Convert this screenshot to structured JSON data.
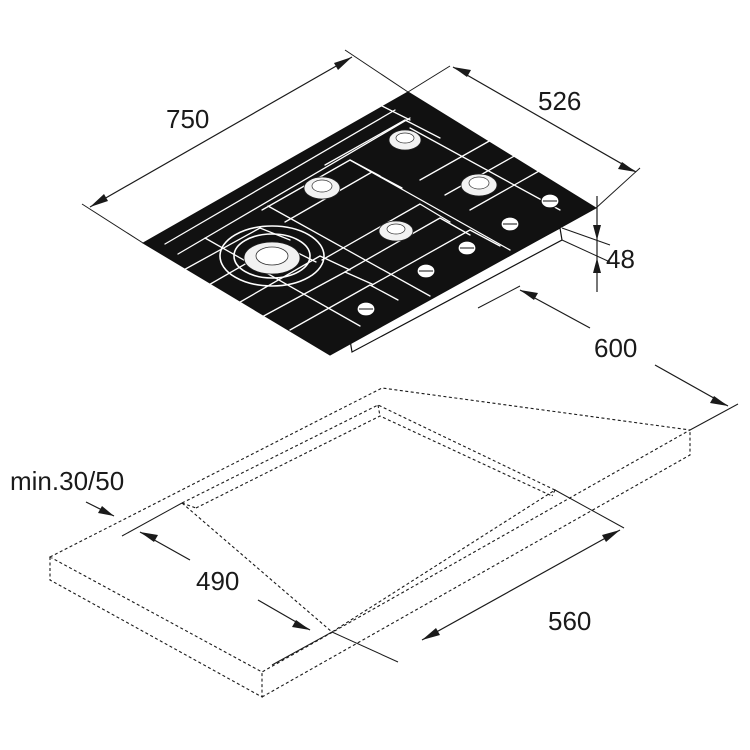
{
  "dimensions": {
    "width_total": "750",
    "depth_total": "526",
    "height": "48",
    "cutout_outer": "600",
    "clearance": "min.30/50",
    "cutout_depth": "490",
    "cutout_width": "560"
  },
  "colors": {
    "line": "#1a1a1a",
    "hob_glass": "#111111",
    "grate": "#ffffff",
    "background": "#ffffff"
  }
}
